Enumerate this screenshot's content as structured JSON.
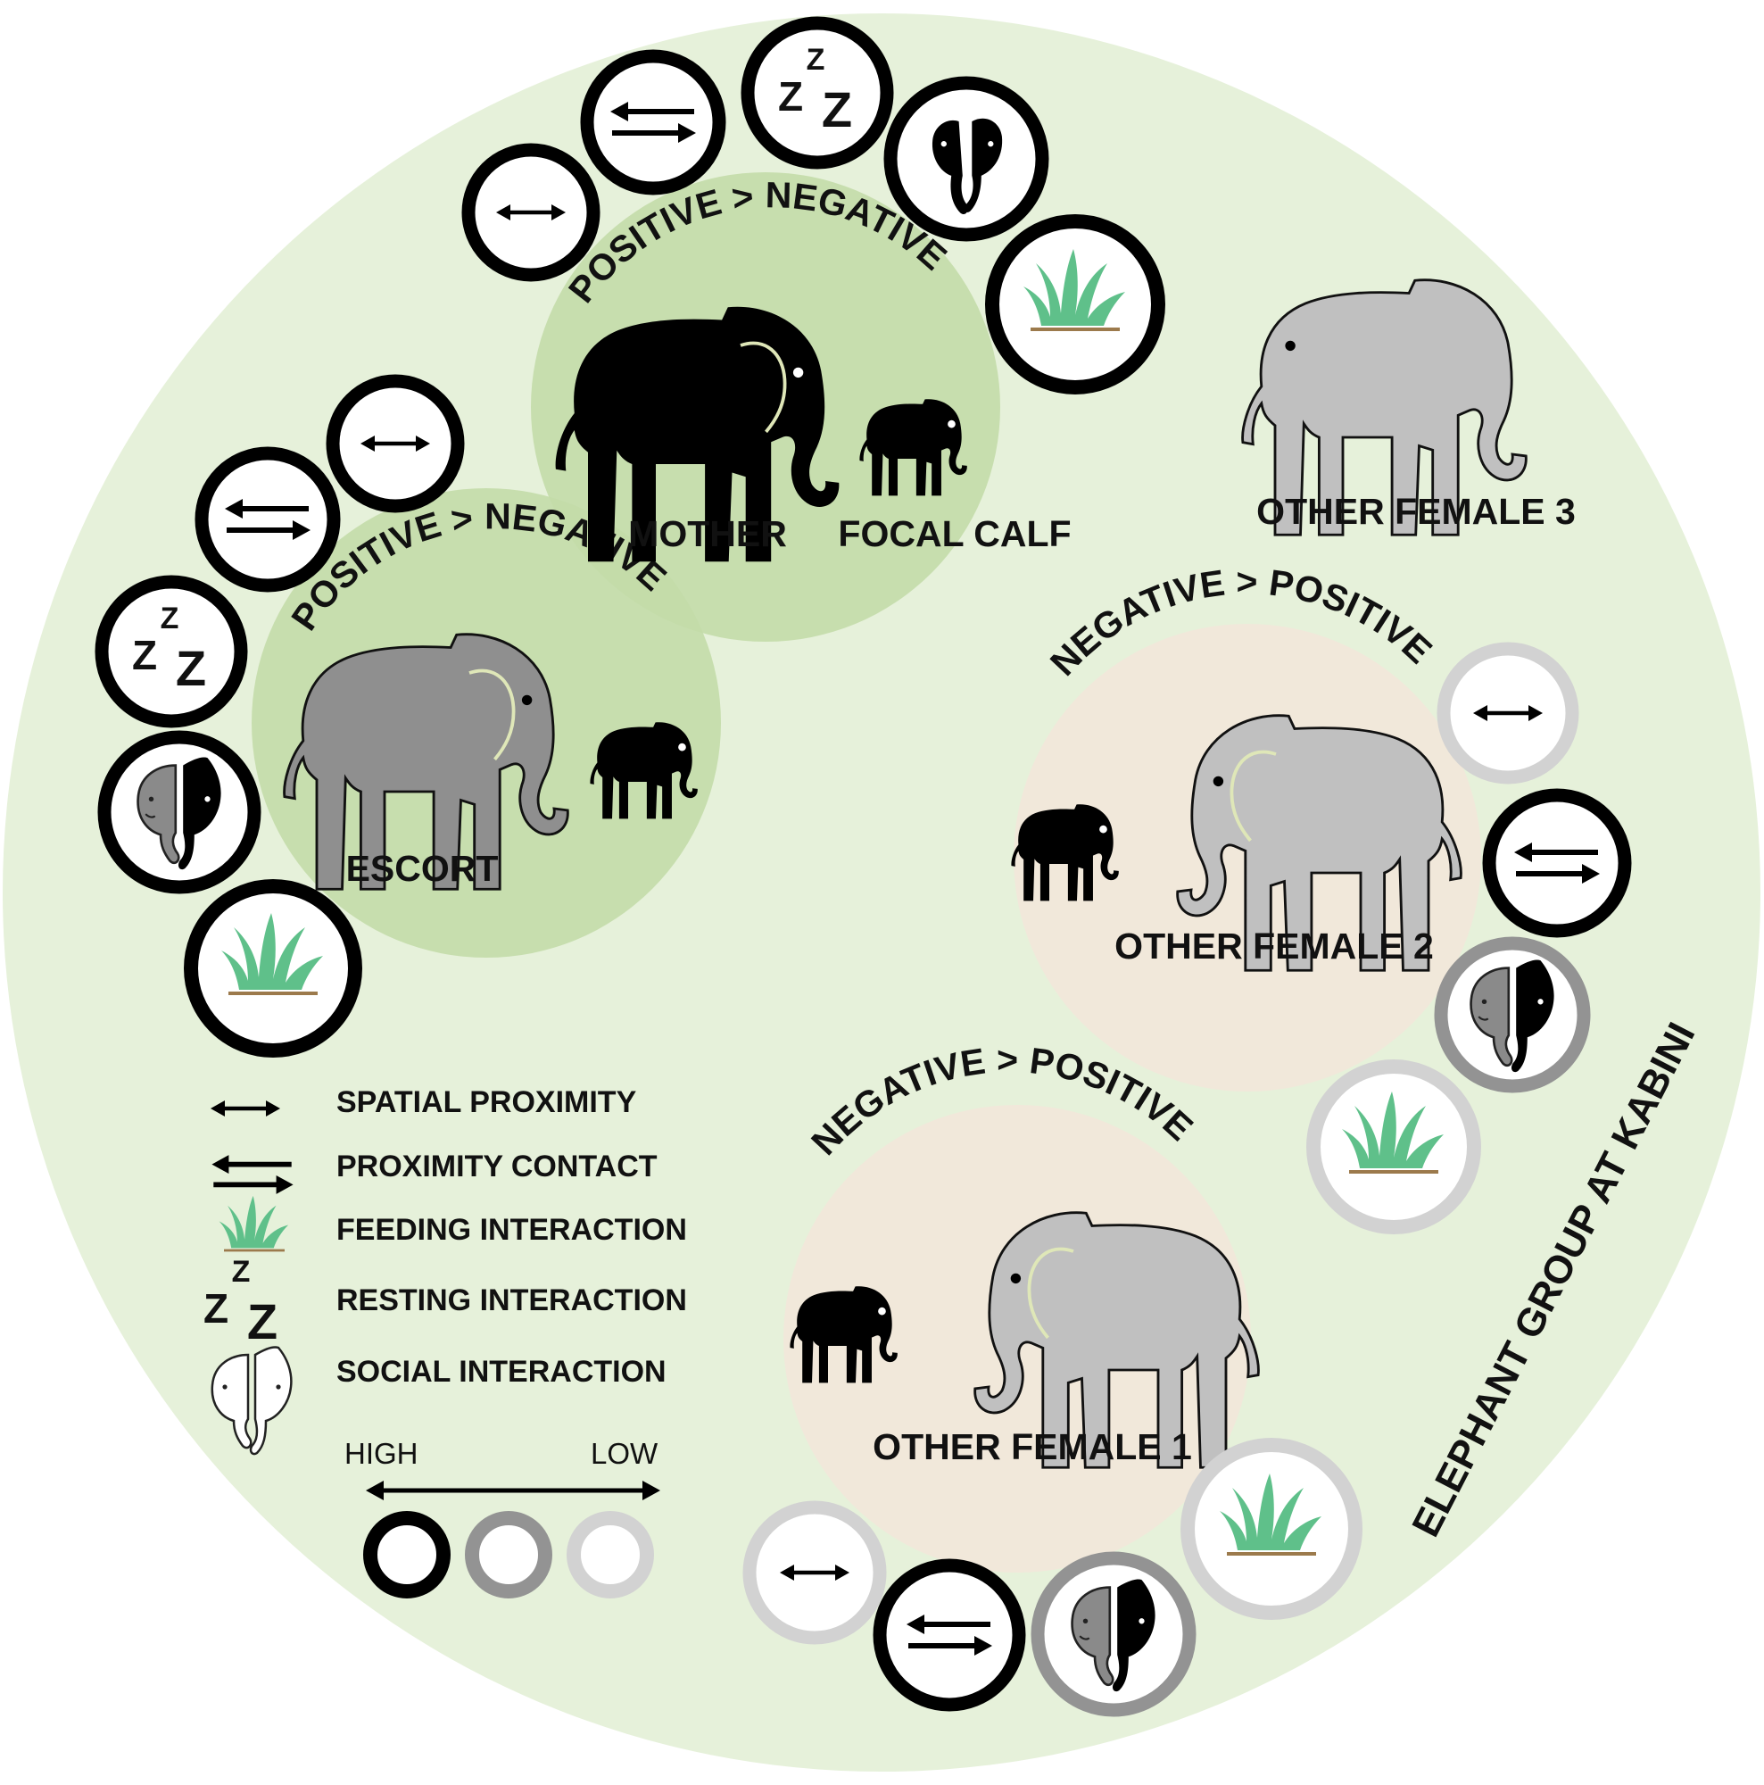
{
  "title": "ELEPHANT GROUP AT KABINI",
  "colors": {
    "background": "#e6f1da",
    "positive_zone": "#c3dca8",
    "negative_zone": "#f1e8da",
    "high": "#000000",
    "medium": "#939393",
    "low": "#d2d2d2",
    "adult_dark": "#000000",
    "adult_mid": "#8f8f8f",
    "adult_light": "#c0c0c0",
    "grass": "#5fc08a",
    "ear_outline": "#dfe7b8"
  },
  "groups": {
    "mother": {
      "zone_label": "POSITIVE > NEGATIVE",
      "names": [
        "MOTHER",
        "FOCAL CALF"
      ]
    },
    "escort": {
      "zone_label": "POSITIVE > NEGATIVE",
      "name": "ESCORT"
    },
    "female3": {
      "name": "OTHER FEMALE 3"
    },
    "female2": {
      "zone_label": "NEGATIVE > POSITIVE",
      "name": "OTHER FEMALE 2"
    },
    "female1": {
      "zone_label": "NEGATIVE > POSITIVE",
      "name": "OTHER FEMALE 1"
    }
  },
  "legend": {
    "items": [
      {
        "icon": "double-arrow-icon",
        "label": "SPATIAL PROXIMITY"
      },
      {
        "icon": "contact-arrows-icon",
        "label": "PROXIMITY CONTACT"
      },
      {
        "icon": "grass-icon",
        "label": "FEEDING INTERACTION"
      },
      {
        "icon": "zzz-icon",
        "label": "RESTING INTERACTION"
      },
      {
        "icon": "elephant-faces-icon",
        "label": "SOCIAL INTERACTION"
      }
    ],
    "scale": {
      "high": "HIGH",
      "low": "LOW"
    },
    "zzz_glyph": "Z"
  }
}
